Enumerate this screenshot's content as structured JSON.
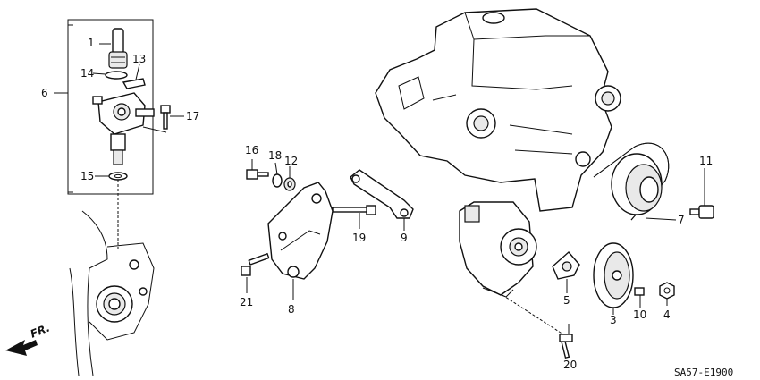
{
  "diagram": {
    "drawing_code": "SA57-E1900",
    "direction_label": "FR.",
    "callouts": [
      {
        "id": "c1",
        "text": "1"
      },
      {
        "id": "c14",
        "text": "14"
      },
      {
        "id": "c13",
        "text": "13"
      },
      {
        "id": "c6",
        "text": "6"
      },
      {
        "id": "c17",
        "text": "17"
      },
      {
        "id": "c15",
        "text": "15"
      },
      {
        "id": "c16",
        "text": "16"
      },
      {
        "id": "c18",
        "text": "18"
      },
      {
        "id": "c12",
        "text": "12"
      },
      {
        "id": "c19",
        "text": "19"
      },
      {
        "id": "c9",
        "text": "9"
      },
      {
        "id": "c21",
        "text": "21"
      },
      {
        "id": "c8",
        "text": "8"
      },
      {
        "id": "c11",
        "text": "11"
      },
      {
        "id": "c7",
        "text": "7"
      },
      {
        "id": "c5",
        "text": "5"
      },
      {
        "id": "c3",
        "text": "3"
      },
      {
        "id": "c10",
        "text": "10"
      },
      {
        "id": "c4",
        "text": "4"
      },
      {
        "id": "c20",
        "text": "20"
      }
    ]
  }
}
